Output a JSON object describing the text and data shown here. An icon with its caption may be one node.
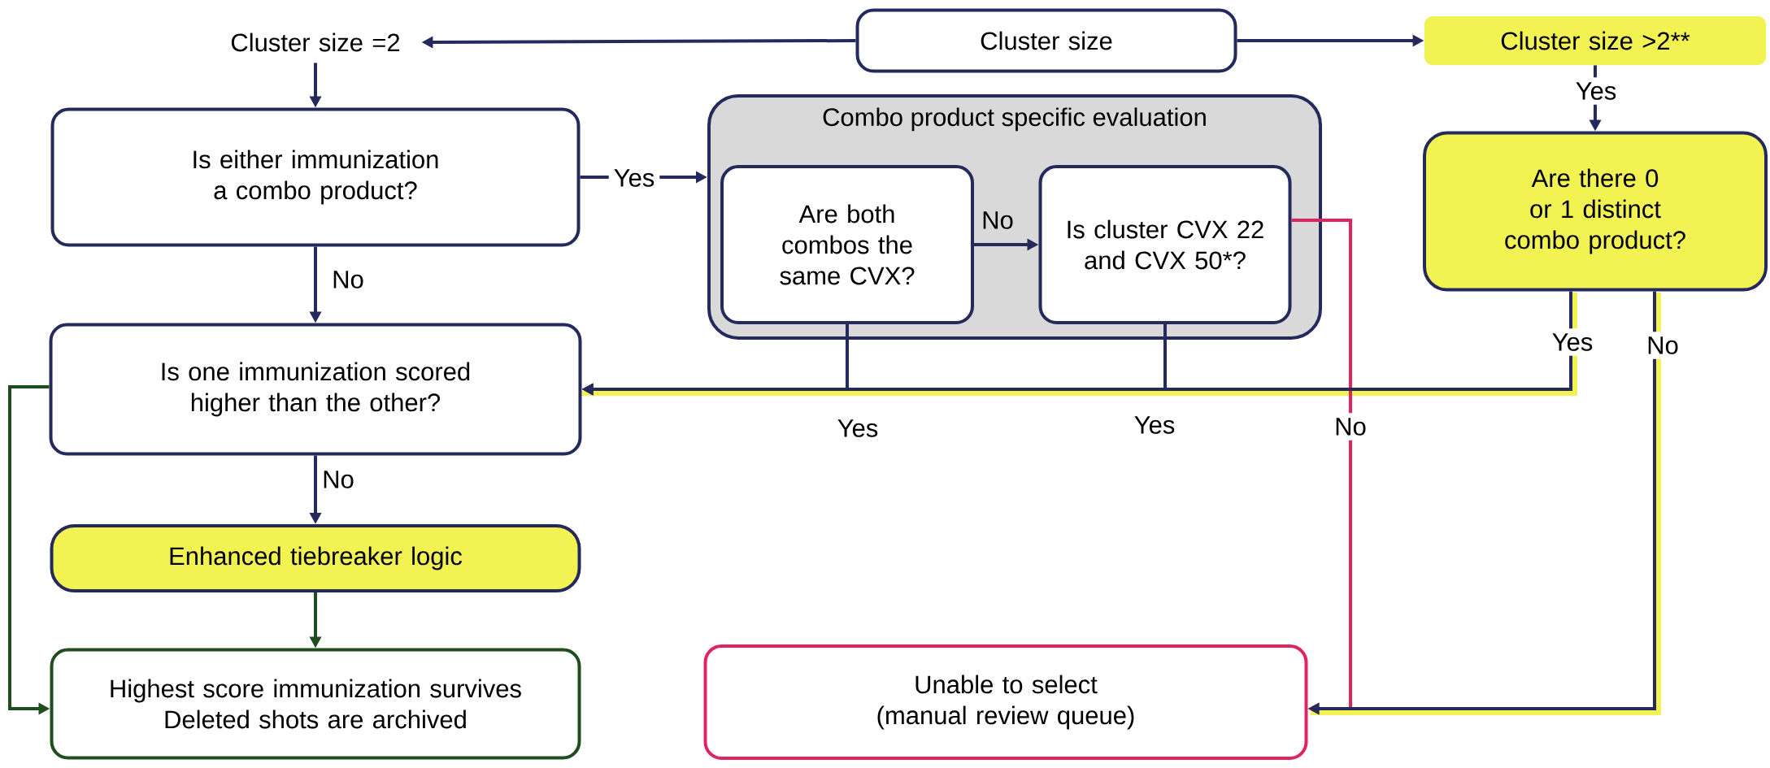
{
  "diagram": {
    "nodes": [
      {
        "text": [
          "Cluster size =2"
        ]
      },
      {
        "text": [
          "Cluster size"
        ]
      },
      {
        "text": [
          "Cluster size >2**"
        ]
      },
      {
        "text": [
          "Is either immunization a combo product?"
        ]
      },
      {
        "text": [
          "Combo product specific evaluation"
        ]
      },
      {
        "text": [
          "Are both combos the same CVX?"
        ],
        "in": 4
      },
      {
        "text": [
          "Is cluster CVX 22 and CVX 50*?"
        ],
        "in": 4
      },
      {
        "text": [
          "Are there 0 or 1 distinct combo product?"
        ]
      },
      {
        "text": [
          "Is one immunization scored higher than the other?"
        ]
      },
      {
        "text": [
          "Enhanced tiebreaker logic"
        ]
      },
      {
        "text": [
          "Highest score immunization survives",
          "Deleted shots are archived"
        ]
      },
      {
        "text": [
          "Unable to select",
          "(manual review queue)"
        ]
      }
    ],
    "edges": [
      {
        "from": 1,
        "to": 0,
        "arrow": "to"
      },
      {
        "from": 1,
        "to": 2,
        "arrow": "to"
      },
      {
        "from": 0,
        "to": 3,
        "arrow": "to"
      },
      {
        "from": 2,
        "to": 7,
        "arrow": "to",
        "label": "Yes"
      },
      {
        "from": 3,
        "to": 4,
        "arrow": "to",
        "label": "Yes"
      },
      {
        "from": 3,
        "to": 8,
        "arrow": "to",
        "label": "No"
      },
      {
        "from": 5,
        "to": 6,
        "arrow": "to",
        "label": "No"
      },
      {
        "from": 5,
        "to": 8,
        "arrow": "to",
        "label": "Yes"
      },
      {
        "from": 6,
        "to": 8,
        "arrow": "to",
        "label": "Yes"
      },
      {
        "from": 6,
        "to": 11,
        "arrow": "to",
        "label": "No",
        "color": "#e0245e"
      },
      {
        "from": 7,
        "to": 8,
        "arrow": "to",
        "label": "Yes"
      },
      {
        "from": 7,
        "to": 11,
        "arrow": "to",
        "label": "No"
      },
      {
        "from": 8,
        "to": 9,
        "arrow": "to",
        "label": "No"
      },
      {
        "from": 9,
        "to": 10,
        "arrow": "to",
        "color": "#1e4d1e"
      },
      {
        "from": 8,
        "to": 10,
        "arrow": "to",
        "color": "#1e4d1e"
      }
    ]
  }
}
